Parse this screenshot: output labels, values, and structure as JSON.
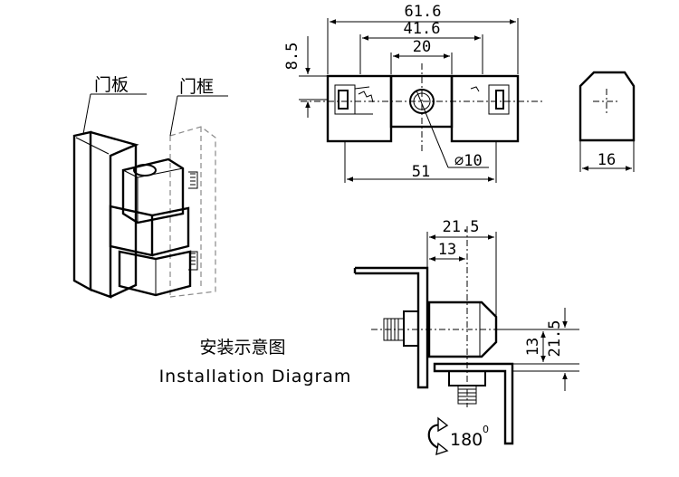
{
  "labels": {
    "door_panel": "门板",
    "door_frame": "门框",
    "title_cn": "安装示意图",
    "title_en": "Installation Diagram",
    "rotation": "180",
    "rotation_unit": "0"
  },
  "dimensions": {
    "overall_width": "61.6",
    "inner_width": "41.6",
    "center_width": "20",
    "height": "8.5",
    "hole_diameter": "∅10",
    "base_width": "51",
    "side_width": "16",
    "install_offset": "21.5",
    "install_offset_inner": "13",
    "install_vertical_small": "13",
    "install_vertical_large": "21.5"
  }
}
